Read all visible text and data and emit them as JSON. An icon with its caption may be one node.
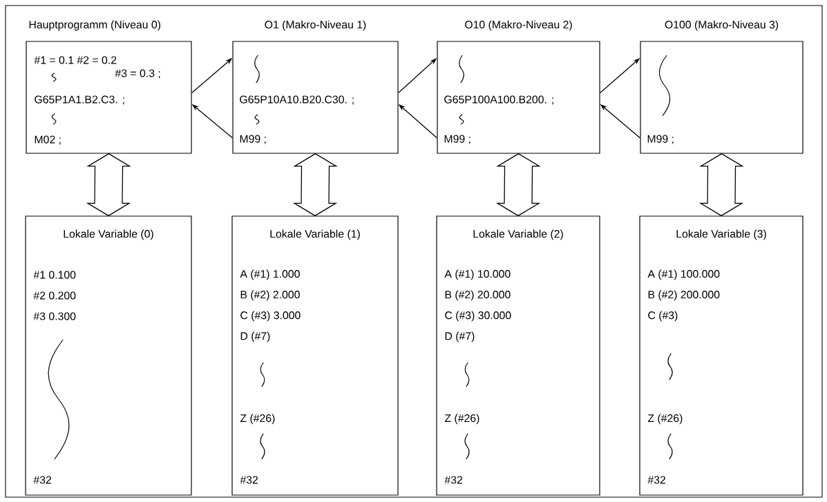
{
  "diagram": {
    "nodes": [
      {
        "text": [
          "Hauptprogramm (Niveau 0)",
          "#1 = 0.1 #2 = 0.2",
          "#3 = 0.3 ;",
          "G65P1A1.B2.C3. ;",
          "M02 ;"
        ]
      },
      {
        "text": [
          "O1 (Makro-Niveau 1)",
          "G65P10A10.B20.C30. ;",
          "M99 ;"
        ]
      },
      {
        "text": [
          "O10 (Makro-Niveau 2)",
          "G65P100A100.B200. ;",
          "M99 ;"
        ]
      },
      {
        "text": [
          "O100 (Makro-Niveau 3)",
          "M99 ;"
        ]
      },
      {
        "text": [
          "Lokale Variable (0)",
          "#1 0.100",
          "#2 0.200",
          "#3 0.300",
          "#32"
        ]
      },
      {
        "text": [
          "Lokale Variable (1)",
          "A (#1) 1.000",
          "B (#2) 2.000",
          "C (#3) 3.000",
          "D (#7)",
          "Z (#26)",
          "#32"
        ]
      },
      {
        "text": [
          "Lokale Variable (2)",
          "A (#1) 10.000",
          "B (#2) 20.000",
          "C (#3) 30.000",
          "D (#7)",
          "Z (#26)",
          "#32"
        ]
      },
      {
        "text": [
          "Lokale Variable (3)",
          "A (#1) 100.000",
          "B (#2) 200.000",
          "C (#3)",
          "Z (#26)",
          "#32"
        ]
      }
    ],
    "edges": [
      {
        "from": 0,
        "to": 1,
        "arrow": "to"
      },
      {
        "from": 1,
        "to": 0,
        "arrow": "to"
      },
      {
        "from": 1,
        "to": 2,
        "arrow": "to"
      },
      {
        "from": 2,
        "to": 1,
        "arrow": "to"
      },
      {
        "from": 2,
        "to": 3,
        "arrow": "to"
      },
      {
        "from": 3,
        "to": 2,
        "arrow": "to"
      },
      {
        "from": 0,
        "to": 4,
        "arrow": "both",
        "style": "thick"
      },
      {
        "from": 1,
        "to": 5,
        "arrow": "both",
        "style": "thick"
      },
      {
        "from": 2,
        "to": 6,
        "arrow": "both",
        "style": "thick"
      },
      {
        "from": 3,
        "to": 7,
        "arrow": "both",
        "style": "thick"
      }
    ]
  }
}
